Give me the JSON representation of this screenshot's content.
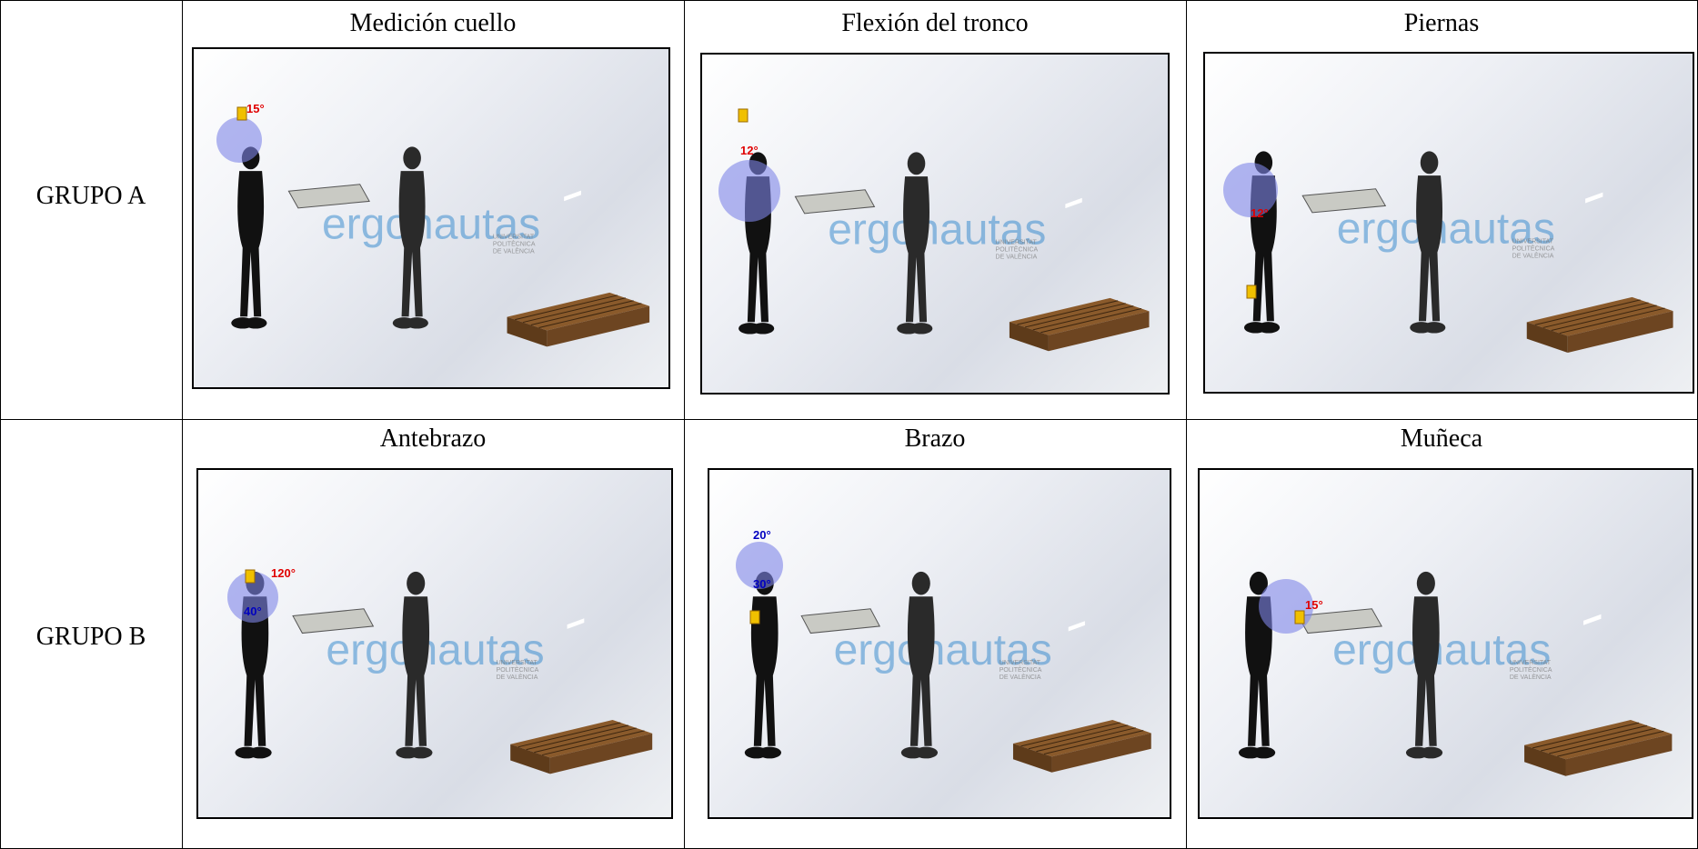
{
  "rows": [
    {
      "label": "GRUPO A",
      "cells": [
        {
          "caption": "Medición cuello",
          "angle_label": "15°",
          "angle_color": "red"
        },
        {
          "caption": "Flexión del tronco",
          "angle_label": "12°",
          "angle_color": "red"
        },
        {
          "caption": "Piernas",
          "angle_label": "12°",
          "angle_color": "red"
        }
      ]
    },
    {
      "label": "GRUPO B",
      "cells": [
        {
          "caption": "Antebrazo",
          "angle_label": "120°",
          "angle_label_2": "40°",
          "angle_color": "red"
        },
        {
          "caption": "Brazo",
          "angle_label": "20°",
          "angle_label_2": "30°",
          "angle_color": "blue"
        },
        {
          "caption": "Muñeca",
          "angle_label": "15°",
          "angle_color": "red"
        }
      ]
    }
  ],
  "watermark": {
    "brand": "ergonautas",
    "university_lines": [
      "UNIVERSITAT",
      "POLITÈCNICA",
      "DE VALÈNCIA"
    ]
  },
  "colors": {
    "body_highlight": "#1f2bb0",
    "angle_circle": "#7f86e8",
    "angle_red": "#e00000",
    "marker_yellow": "#f0c000",
    "pallet": "#8a5a2b",
    "figure": "#111111"
  }
}
